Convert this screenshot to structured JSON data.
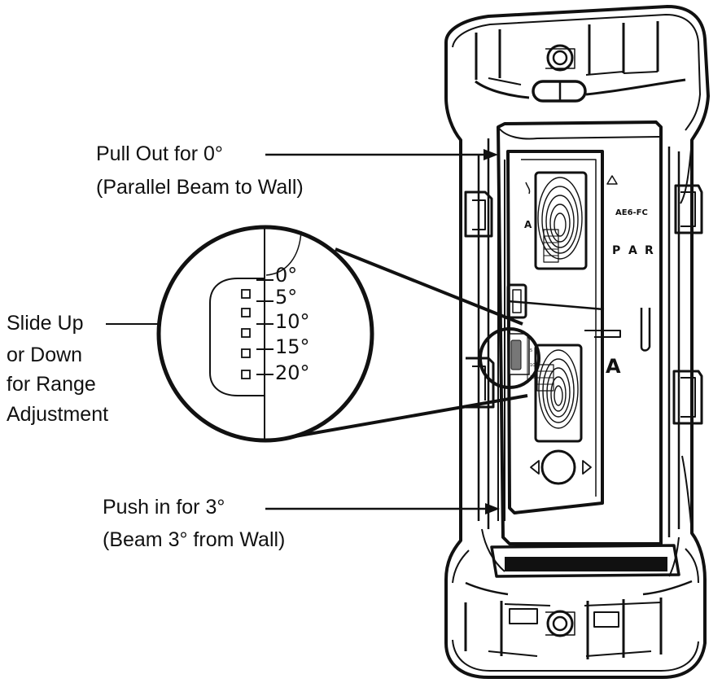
{
  "callouts": {
    "pull_out": {
      "line1": "Pull Out for 0°",
      "line2": "(Parallel Beam to Wall)"
    },
    "slide": {
      "line1": "Slide Up",
      "line2": "or Down",
      "line3": "for Range",
      "line4": "Adjustment"
    },
    "push_in": {
      "line1": "Push in for 3°",
      "line2": "(Beam 3° from Wall)"
    }
  },
  "scale": {
    "zoomed": [
      "0°",
      "5°",
      "10°",
      "15°",
      "20°"
    ],
    "small": [
      "0",
      "5",
      "10",
      "15"
    ]
  },
  "device_marks": {
    "model": "AE6-FC",
    "left_letter": "A",
    "right_letters": [
      "P",
      "A",
      "R"
    ],
    "big_letter": "A"
  }
}
